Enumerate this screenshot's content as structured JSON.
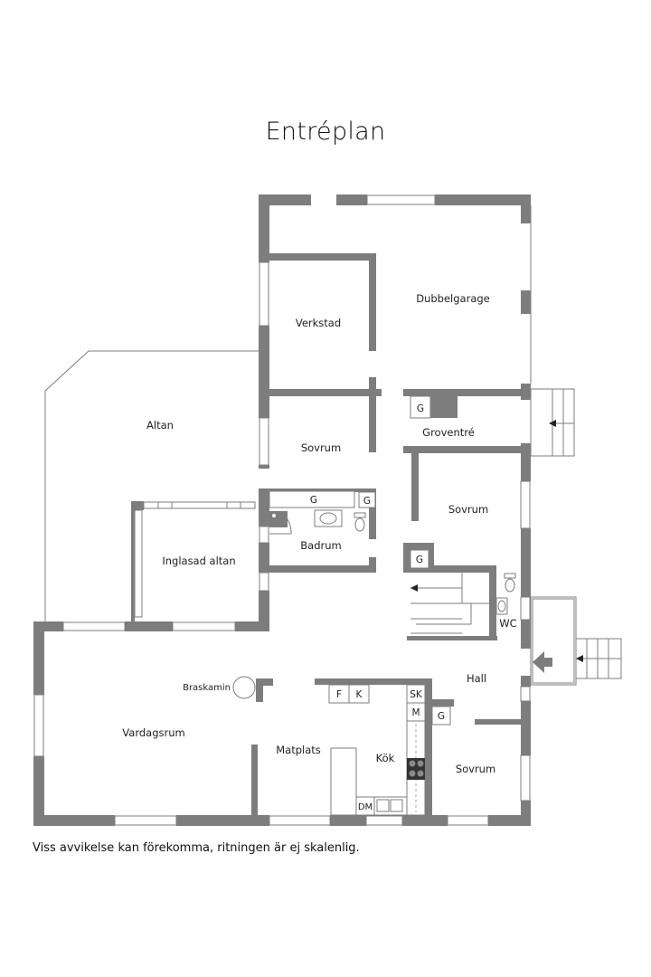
{
  "title": "Entréplan",
  "disclaimer": "Viss avvikelse kan förekomma, ritningen är ej skalenlig.",
  "rooms": {
    "dubbelgarage": "Dubbelgarage",
    "verkstad": "Verkstad",
    "altan": "Altan",
    "sovrum_1": "Sovrum",
    "groventre": "Groventré",
    "sovrum_2": "Sovrum",
    "badrum": "Badrum",
    "inglasad_altan": "Inglasad altan",
    "wc": "WC",
    "hall": "Hall",
    "braskamin": "Braskamin",
    "vardagsrum": "Vardagsrum",
    "matplats": "Matplats",
    "kok": "Kök",
    "sovrum_3": "Sovrum"
  },
  "fixtures": {
    "g_groventre": "G",
    "g_bath_cabinet": "G",
    "g_bath_small": "G",
    "g_stair": "G",
    "g_hall": "G",
    "fridge": "F",
    "freezer": "K",
    "sk": "SK",
    "m": "M",
    "dm": "DM"
  },
  "colors": {
    "wall": "#7d7d7d",
    "background": "#ffffff",
    "text": "#222222"
  }
}
